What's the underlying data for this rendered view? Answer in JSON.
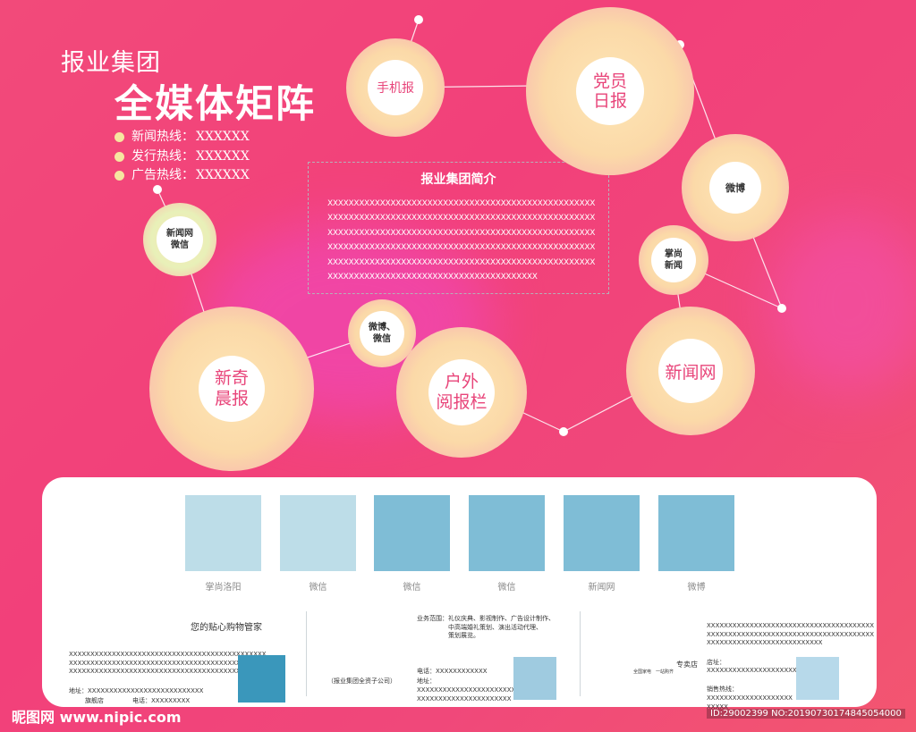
{
  "header": {
    "subtitle": "报业集团",
    "title": "全媒体矩阵",
    "hotlines": [
      {
        "label": "新闻热线：",
        "value": "XXXXXX"
      },
      {
        "label": "发行热线：",
        "value": "XXXXXX"
      },
      {
        "label": "广告热线：",
        "value": "XXXXXX"
      }
    ]
  },
  "intro": {
    "title": "报业集团简介",
    "lines": [
      "XXXXXXXXXXXXXXXXXXXXXXXXXXXXXXXXXXXXXXXXXXXXXXXXXXX",
      "XXXXXXXXXXXXXXXXXXXXXXXXXXXXXXXXXXXXXXXXXXXXXXXXXXX",
      "XXXXXXXXXXXXXXXXXXXXXXXXXXXXXXXXXXXXXXXXXXXXXXXXXXX",
      "XXXXXXXXXXXXXXXXXXXXXXXXXXXXXXXXXXXXXXXXXXXXXXXXXXX",
      "XXXXXXXXXXXXXXXXXXXXXXXXXXXXXXXXXXXXXXXXXXXXXXXXXXX",
      "XXXXXXXXXXXXXXXXXXXXXXXXXXXXXXXXXXXXXXXX"
    ]
  },
  "nodes": {
    "phone_paper": "手机报",
    "party_daily": "党员\n日报",
    "weibo": "微博",
    "news_web_wechat": "新闻网\n微信",
    "zhangshang_news": "掌尚\n新闻",
    "xinqi_morning": "新奇\n晨报",
    "weibo_wechat": "微博、\n微信",
    "outdoor_board": "户外\n阅报栏",
    "news_web": "新闻网"
  },
  "platforms": [
    {
      "label": "掌尚洛阳",
      "color": "#bddde8"
    },
    {
      "label": "微信",
      "color": "#bddde8"
    },
    {
      "label": "微信",
      "color": "#7fbdd6"
    },
    {
      "label": "微信",
      "color": "#7fbdd6"
    },
    {
      "label": "新闻网",
      "color": "#7fbdd6"
    },
    {
      "label": "微博",
      "color": "#7fbdd6"
    }
  ],
  "col1": {
    "heading": "您的贴心购物管家",
    "lines": [
      "XXXXXXXXXXXXXXXXXXXXXXXXXXXXXXXXXXXXXXXXXXXXXX",
      "XXXXXXXXXXXXXXXXXXXXXXXXXXXXXXXXXXXXXXXXXXXXXX",
      "XXXXXXXXXXXXXXXXXXXXXXXXXXXXXXXXXXXXXXXXXXXXXX"
    ],
    "address": "地址：XXXXXXXXXXXXXXXXXXXXXXXXXXX",
    "store": "旗舰店",
    "phone": "电话：XXXXXXXXX",
    "qr_color": "#3a97bb"
  },
  "col2": {
    "business": [
      "业务范围：礼仪庆典、影视制作、广告设计制作、",
      "中高端婚礼策划、演出活动代理、",
      "策划展览。"
    ],
    "company": "（报业集团全资子公司）",
    "phone": "电话：XXXXXXXXXXXX",
    "address_label": "地址：",
    "address_lines": [
      "XXXXXXXXXXXXXXXXXXXXXXXX",
      "XXXXXXXXXXXXXXXXXXXXXX"
    ],
    "qr_color": "#9fcbe0"
  },
  "col3": {
    "lines": [
      "XXXXXXXXXXXXXXXXXXXXXXXXXXXXXXXXXXXXXXX",
      "XXXXXXXXXXXXXXXXXXXXXXXXXXXXXXXXXXXXXXX",
      "XXXXXXXXXXXXXXXXXXXXXXXXXXX"
    ],
    "slogan": "全国家电　一站购齐",
    "shop": "专卖店",
    "store_label": "店址：",
    "store_value": "XXXXXXXXXXXXXXXXXXXXX",
    "sales_label": "销售热线：",
    "sales_value": "XXXXXXXXXXXXXXXXXXXXXXXXX",
    "qr_color": "#b7d9ea"
  },
  "footer": {
    "watermark": "昵图网 www.nipic.com",
    "id": "ID:29002399 NO:20190730174845054000"
  },
  "colors": {
    "accent": "#f24a7a",
    "halo": "#fbe0b0",
    "node_text": "#e8457a"
  }
}
